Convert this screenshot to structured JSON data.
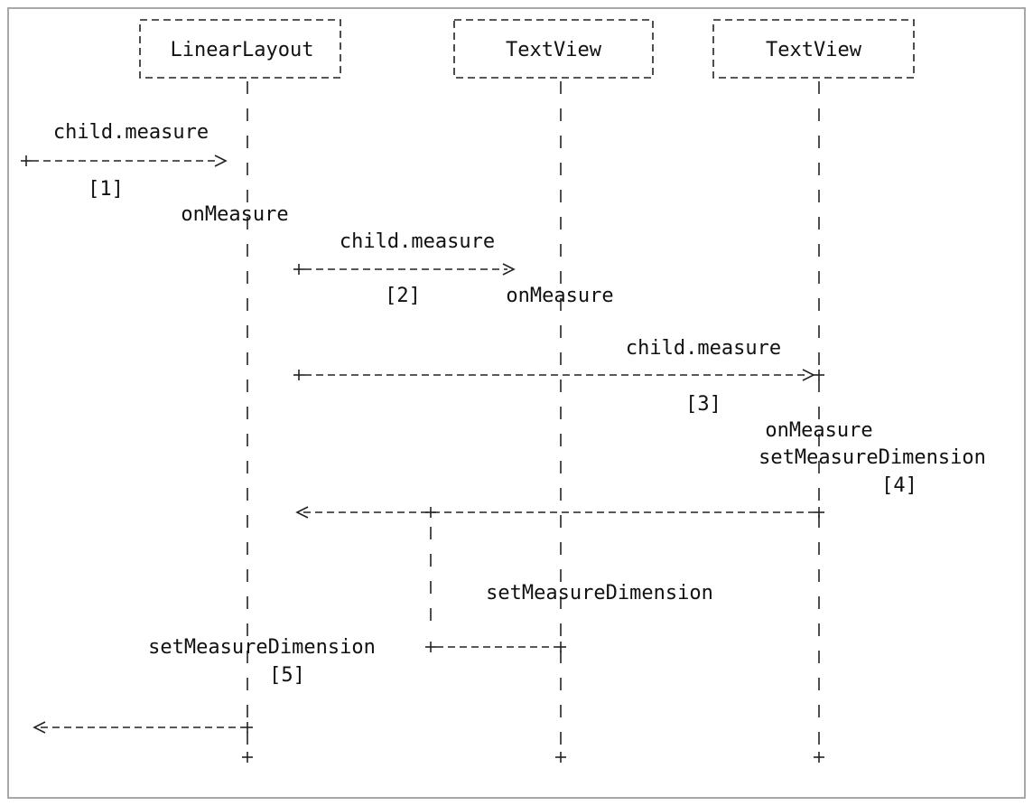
{
  "participants": [
    {
      "id": "linearlayout",
      "label": "LinearLayout"
    },
    {
      "id": "textview1",
      "label": "TextView"
    },
    {
      "id": "textview2",
      "label": "TextView"
    }
  ],
  "labels": {
    "call_1": "child.measure",
    "step_1": "[1]",
    "onmeasure_1": "onMeasure",
    "call_2": "child.measure",
    "step_2": "[2]",
    "onmeasure_2": "onMeasure",
    "call_3": "child.measure",
    "step_3": "[3]",
    "onmeasure_3": "onMeasure",
    "setdim_3": "setMeasureDimension",
    "step_4": "[4]",
    "setdim_2": "setMeasureDimension",
    "setdim_1": "setMeasureDimension",
    "step_5": "[5]"
  }
}
